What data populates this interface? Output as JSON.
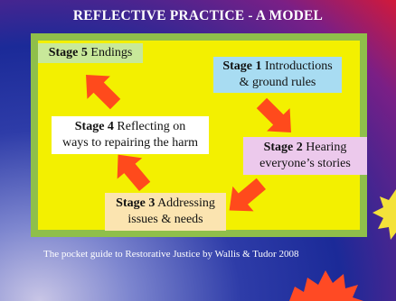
{
  "slide": {
    "title": "REFLECTIVE PRACTICE - A MODEL",
    "footer": "The pocket guide to Restorative Justice by Wallis & Tudor 2008"
  },
  "stages": {
    "stage5": {
      "label": "Stage 5",
      "text": "Endings",
      "color": "#c8e89a"
    },
    "stage1": {
      "label": "Stage 1",
      "line1": "Introductions",
      "line2": "& ground rules",
      "color": "#a8dcf2"
    },
    "stage4": {
      "label": "Stage 4",
      "line1": "Reflecting on",
      "line2": "ways to repairing the harm",
      "color": "#ffffff"
    },
    "stage2": {
      "label": "Stage 2",
      "line1": "Hearing",
      "line2": "everyone’s stories",
      "color": "#ecc9ec"
    },
    "stage3": {
      "label": "Stage 3",
      "line1": "Addressing",
      "line2": "issues & needs",
      "color": "#fbe4b0"
    }
  },
  "colors": {
    "frame_fill": "#f3f000",
    "frame_border": "#8fbf4a",
    "arrow": "#ff4a1c"
  }
}
